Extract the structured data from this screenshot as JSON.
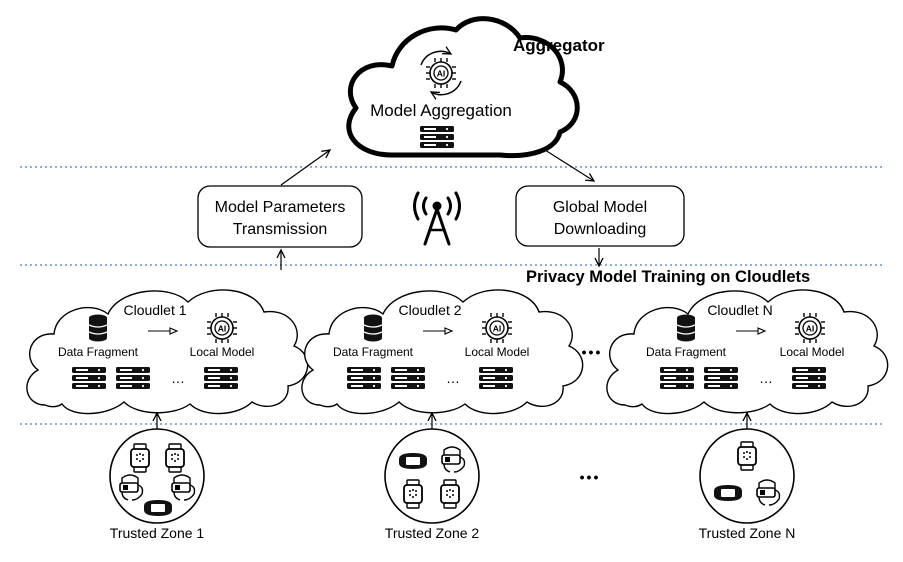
{
  "aggregator": {
    "title": "Aggregator",
    "cloud_label": "Model Aggregation",
    "ai_badge": "AI"
  },
  "left_box": {
    "line1": "Model Parameters",
    "line2": "Transmission"
  },
  "right_box": {
    "line1": "Global Model",
    "line2": "Downloading"
  },
  "section_title": "Privacy Model Training on Cloudlets",
  "cloudlets": [
    {
      "name": "Cloudlet 1",
      "data_label": "Data Fragment",
      "model_label": "Local Model",
      "ai_badge": "AI"
    },
    {
      "name": "Cloudlet 2",
      "data_label": "Data Fragment",
      "model_label": "Local Model",
      "ai_badge": "AI"
    },
    {
      "name": "Cloudlet N",
      "data_label": "Data Fragment",
      "model_label": "Local Model",
      "ai_badge": "AI"
    }
  ],
  "zones": [
    {
      "label": "Trusted Zone 1"
    },
    {
      "label": "Trusted Zone 2"
    },
    {
      "label": "Trusted Zone N"
    }
  ],
  "ellipsis": "•••",
  "small_ellipsis": "…",
  "colors": {
    "dotted_line": "#4a7fc1",
    "stroke": "#000000"
  },
  "icons": [
    "ai-chip-icon",
    "server-rack-icon",
    "antenna-tower-icon",
    "database-icon",
    "smartwatch-icon",
    "vr-headset-icon",
    "fitness-band-icon"
  ]
}
